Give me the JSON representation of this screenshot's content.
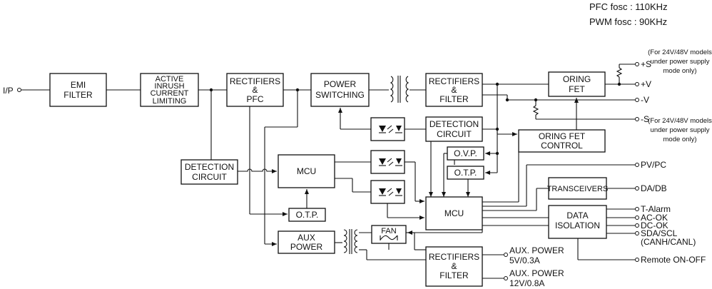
{
  "header": {
    "pfc_freq": "PFC fosc : 110KHz",
    "pwm_freq": "PWM fosc : 90KHz"
  },
  "blocks": {
    "emi": [
      "EMI",
      "FILTER"
    ],
    "inrush": [
      "ACTIVE",
      "INRUSH",
      "CURRENT",
      "LIMITING"
    ],
    "rect_pfc": [
      "RECTIFIERS",
      "&",
      "PFC"
    ],
    "power_sw": [
      "POWER",
      "SWITCHING"
    ],
    "rect_filter_main": [
      "RECTIFIERS",
      "&",
      "FILTER"
    ],
    "oring_fet": [
      "ORING",
      "FET"
    ],
    "oring_ctrl": [
      "ORING FET",
      "CONTROL"
    ],
    "detect_top": [
      "DETECTION",
      "CIRCUIT"
    ],
    "detect_left": [
      "DETECTION",
      "CIRCUIT"
    ],
    "ovp": "O.V.P.",
    "otp_right": "O.T.P.",
    "otp_left": "O.T.P.",
    "mcu_left": "MCU",
    "mcu_right": "MCU",
    "transceivers": "TRANSCEIVERS",
    "data_iso": [
      "DATA",
      "ISOLATION"
    ],
    "aux_power": [
      "AUX",
      "POWER"
    ],
    "fan": "FAN",
    "rect_filter_aux": [
      "RECTIFIERS",
      "&",
      "FILTER"
    ]
  },
  "terminals": {
    "input": "I/P",
    "plus_s": "+S",
    "plus_v": "+V",
    "minus_v": "-V",
    "minus_s": "-S",
    "pvpc": "PV/PC",
    "dadb": "DA/DB",
    "talarm": "T-Alarm",
    "acok": "AC-OK",
    "dcok": "DC-OK",
    "sdascl": "SDA/SCL",
    "canh": "(CANH/CANL)",
    "remote": "Remote ON-OFF",
    "aux5": [
      "AUX. POWER",
      "5V/0.3A"
    ],
    "aux12": [
      "AUX. POWER",
      "12V/0.8A"
    ]
  },
  "notes": {
    "plus_s_note": [
      "(For 24V/48V models",
      "under power supply",
      "mode only)"
    ],
    "minus_s_note": [
      "(For 24V/48V models",
      "under power supply",
      "mode only)"
    ]
  }
}
